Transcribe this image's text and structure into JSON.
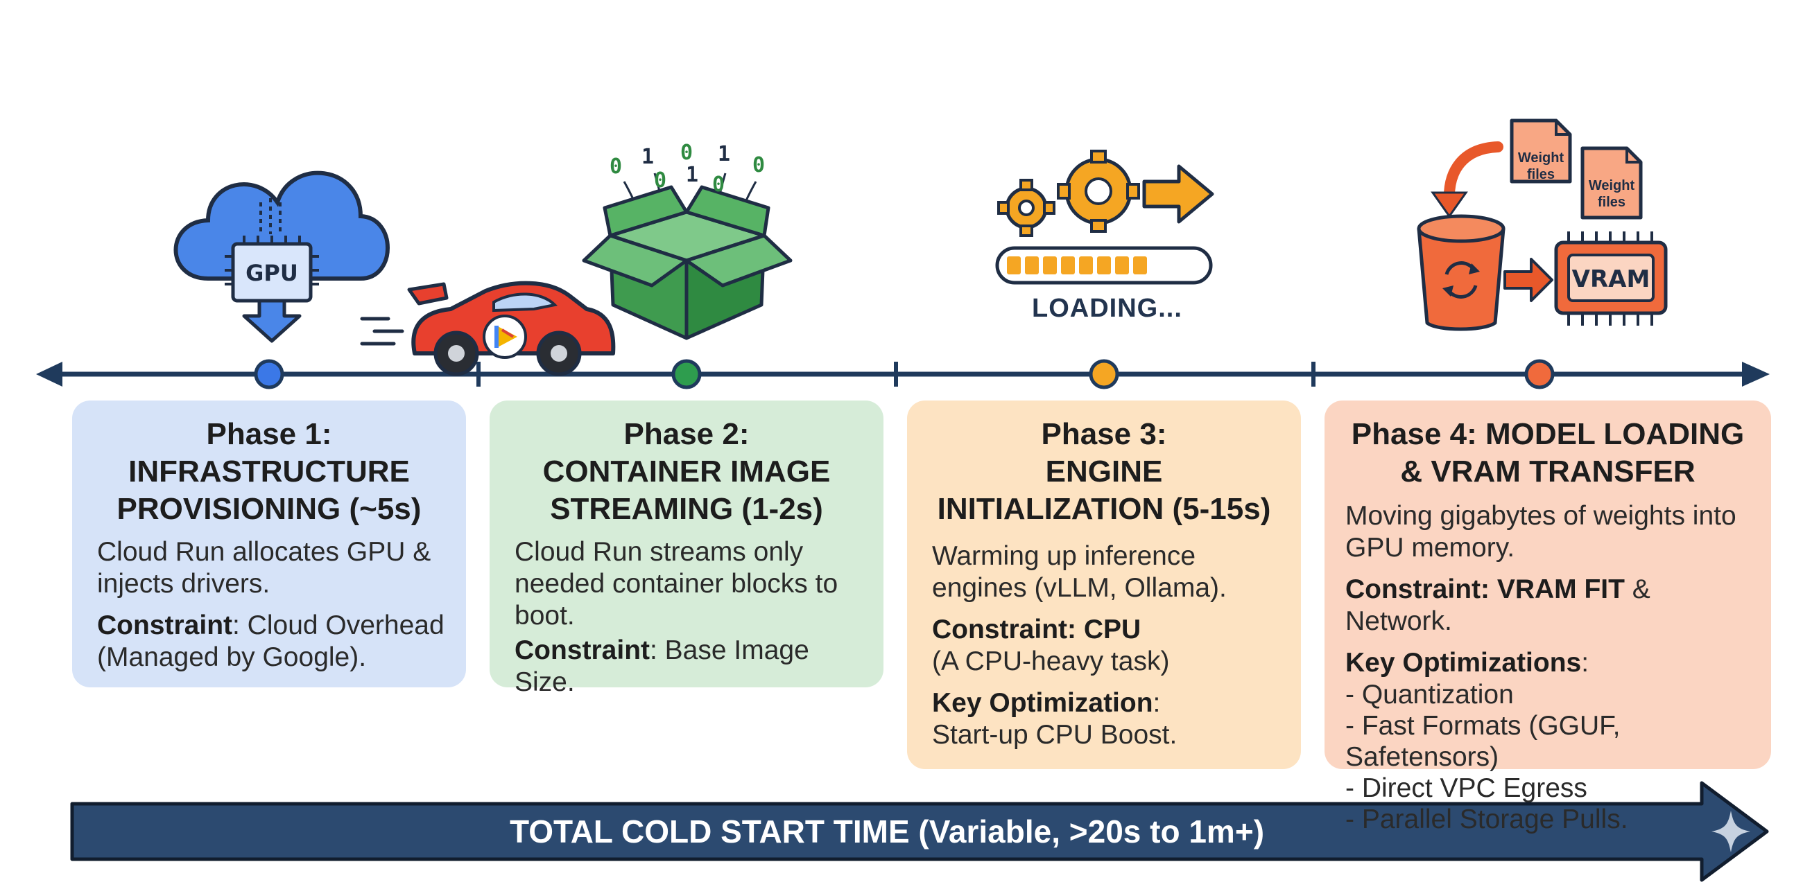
{
  "phases": [
    {
      "title": "Phase 1:\nINFRASTRUCTURE\nPROVISIONING (~5s)",
      "description": "Cloud Run allocates GPU & injects drivers.",
      "constraint_label": "Constraint",
      "constraint_text": ": Cloud Overhead (Managed by Google).",
      "color": "#d6e3f8",
      "marker_color": "#3b78e7"
    },
    {
      "title": "Phase 2:\nCONTAINER IMAGE\nSTREAMING (1-2s)",
      "description": "Cloud Run streams only needed container blocks to boot.",
      "constraint_label": "Constraint",
      "constraint_text": ": Base Image Size.",
      "color": "#d6ecd8",
      "marker_color": "#2e9d4e"
    },
    {
      "title": "Phase 3:\nENGINE\nINITIALIZATION (5-15s)",
      "description": "Warming up inference engines (vLLM, Ollama).",
      "constraint_label": "Constraint: CPU",
      "constraint_text": "(A CPU-heavy task)",
      "optimization_label": "Key Optimization",
      "optimization_text": "Start-up CPU Boost.",
      "color": "#fde3c2",
      "marker_color": "#f5a623"
    },
    {
      "title": "Phase 4: MODEL LOADING\n& VRAM TRANSFER",
      "description": "Moving gigabytes of weights into GPU memory.",
      "constraint_label": "Constraint",
      "constraint_emphasis": ": VRAM FIT",
      "constraint_text": " & Network.",
      "optimization_label": "Key Optimizations",
      "optimizations": [
        "Quantization",
        "Fast Formats (GGUF, Safetensors)",
        "Direct VPC Egress",
        "Parallel Storage Pulls."
      ],
      "color": "#fbd5c2",
      "marker_color": "#f06a3c"
    }
  ],
  "icons": {
    "gpu_chip_label": "GPU",
    "loading_label": "LOADING...",
    "weight_file_1": "Weight\nfiles",
    "weight_file_2": "Weight\nfiles",
    "vram_label": "VRAM",
    "binary_digits": [
      "0",
      "1",
      "0",
      "0",
      "1",
      "0",
      "1",
      "0"
    ]
  },
  "total_bar": {
    "label": "TOTAL COLD START TIME (Variable, >20s to 1m+)",
    "color": "#2c4a70"
  },
  "timeline": {
    "color": "#1f3a5c"
  }
}
